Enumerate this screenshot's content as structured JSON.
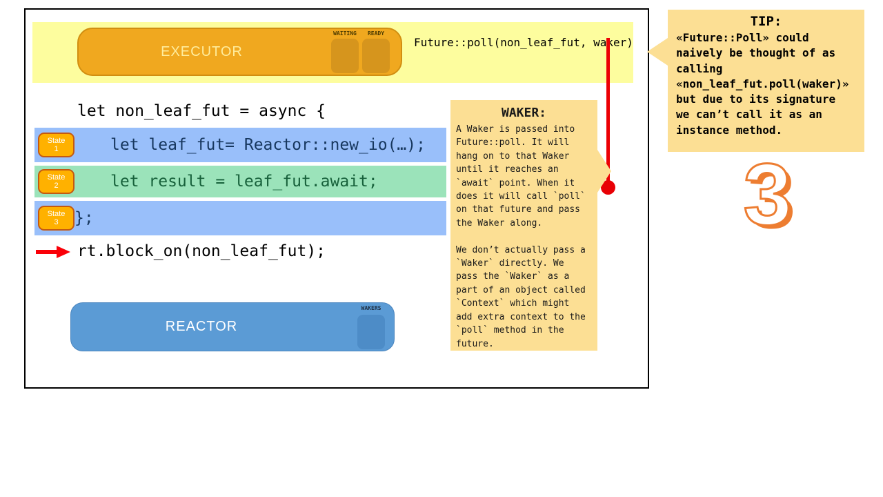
{
  "banner": {
    "executor_label": "EXECUTOR",
    "waiting_label": "WAITING",
    "ready_label": "READY",
    "poll_annotation": "Future::poll(non_leaf_fut, waker)"
  },
  "code": {
    "line_async_open": "let non_leaf_fut = async {",
    "states": [
      {
        "badge_label": "State",
        "badge_num": "1",
        "code": "let leaf_fut= Reactor::new_io(…);"
      },
      {
        "badge_label": "State",
        "badge_num": "2",
        "code": "let result = leaf_fut.await;"
      },
      {
        "badge_label": "State",
        "badge_num": "3",
        "code": "};"
      }
    ],
    "line_block_on": "rt.block_on(non_leaf_fut);"
  },
  "reactor": {
    "label": "REACTOR",
    "wakers_label": "WAKERS"
  },
  "waker_note": {
    "title": "WAKER:",
    "body": "A Waker is passed into\nFuture::poll. It will\nhang on to that Waker\nuntil it reaches an\n`await` point. When it\ndoes it will call `poll`\non that future and pass\nthe Waker along.\n\nWe don’t actually pass a\n`Waker` directly. We\npass the `Waker` as a\npart of an object called\n`Context` which might\nadd extra context to the\n`poll` method in the\nfuture."
  },
  "tip_note": {
    "title": "TIP:",
    "body": "«Future::Poll» could\nnaively be thought of as\ncalling\n«non_leaf_fut.poll(waker)»\nbut due to its signature\nwe can’t call it as an\ninstance method."
  },
  "step_number": "3",
  "colors": {
    "banner_bg": "#FDFD9E",
    "executor_fill": "#F0A81F",
    "executor_slot": "#D6951D",
    "reactor_fill": "#5B9BD5",
    "reactor_slot": "#4D8CC7",
    "row_blue": "#99BFFA",
    "row_green": "#9BE3BA",
    "badge_orange": "#FFB100",
    "note_bg": "#FCDF94",
    "red_accent": "#EC0005",
    "step_orange": "#ED7D31"
  }
}
